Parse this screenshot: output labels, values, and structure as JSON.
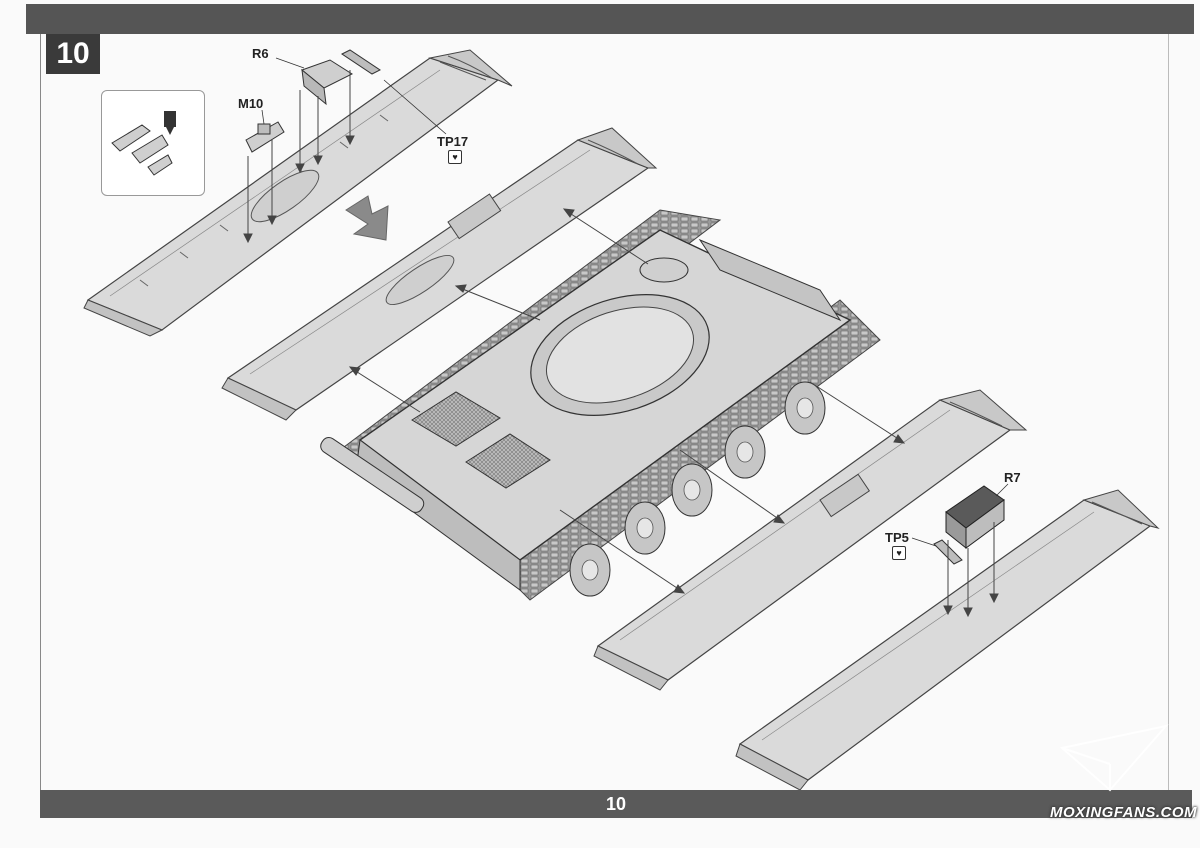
{
  "step": {
    "number": "10"
  },
  "page": {
    "number": "10"
  },
  "labels": {
    "r6": "R6",
    "m10": "M10",
    "tp17": "TP17",
    "r7": "R7",
    "tp5": "TP5"
  },
  "watermark": {
    "text": "MOXINGFANS.COM"
  },
  "icons": {
    "adhesive": "bond-icon",
    "glue": "glue-bottle-icon",
    "arrow": "direction-arrow-icon"
  },
  "colors": {
    "bar": "#5a5a5a",
    "step_box": "#3a3a3a",
    "part_fill": "#d9d9d9",
    "line": "#444444"
  }
}
